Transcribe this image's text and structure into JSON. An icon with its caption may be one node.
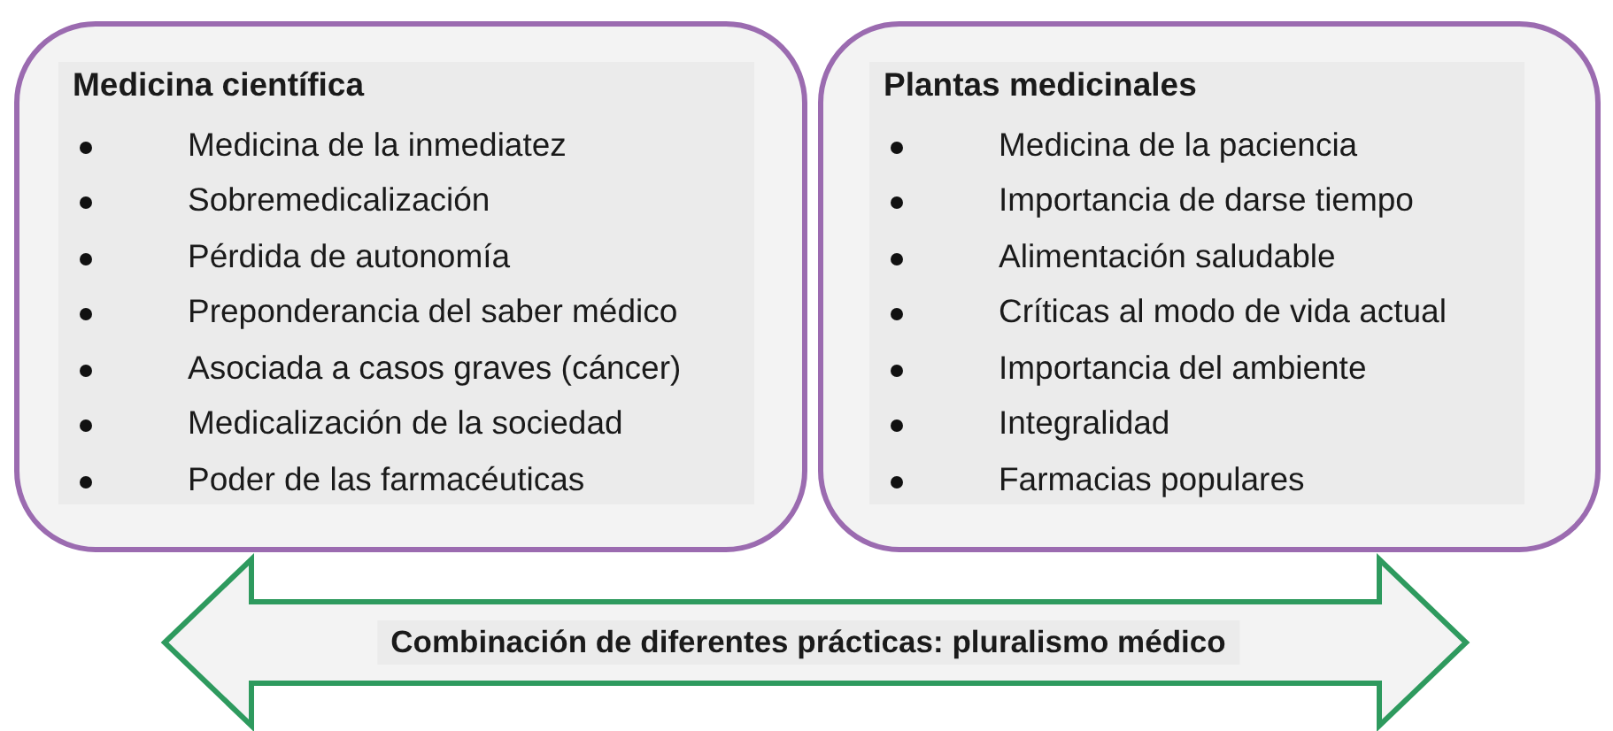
{
  "diagram": {
    "nodes": [
      {
        "text": [
          "Medicina científica",
          "Medicina de la inmediatez",
          "Sobremedicalización",
          "Pérdida de autonomía",
          "Preponderancia del saber médico",
          "Asociada a casos graves (cáncer)",
          "Medicalización de la sociedad",
          "Poder de las farmacéuticas"
        ]
      },
      {
        "text": [
          "Plantas medicinales",
          "Medicina de la paciencia",
          "Importancia de darse tiempo",
          "Alimentación saludable",
          "Críticas al modo de vida actual",
          "Importancia del ambiente",
          "Integralidad",
          "Farmacias populares"
        ]
      }
    ],
    "edges": [
      {
        "from": 0,
        "to": 1,
        "arrow": "both",
        "label": "Combinación de diferentes prácticas: pluralismo médico"
      }
    ]
  }
}
